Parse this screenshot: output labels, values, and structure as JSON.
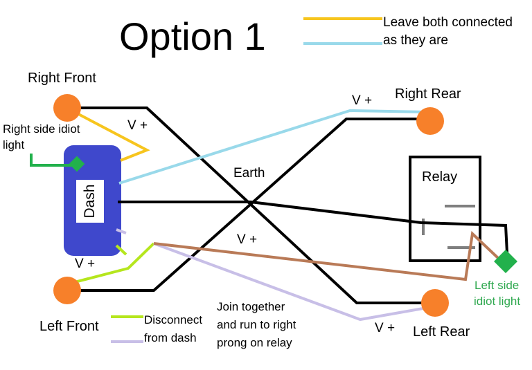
{
  "title": "Option 1",
  "legend": {
    "yellow_text": "Leave both connected",
    "blue_text": "as they are",
    "green_text": "Disconnect",
    "lavender_text": "from dash"
  },
  "components": {
    "right_front": "Right Front",
    "right_rear": "Right Rear",
    "left_front": "Left Front",
    "left_rear": "Left Rear",
    "dash": "Dash",
    "relay": "Relay",
    "earth": "Earth"
  },
  "idiot_lights": {
    "right_line1": "Right side idiot",
    "right_line2": "light",
    "left_line1": "Left side",
    "left_line2": "idiot light"
  },
  "voltage_labels": {
    "v1": "V +",
    "v2": "V +",
    "v3": "V +",
    "v4": "V +",
    "v5": "V +"
  },
  "note": {
    "line1": "Join together",
    "line2": "and run to right",
    "line3": "prong on relay"
  },
  "colors": {
    "lamp": "#f7802a",
    "dash": "#3f48cc",
    "yellow_wire": "#f7c51e",
    "blue_wire": "#99d9ea",
    "green_wire": "#b5e61d",
    "lavender_wire": "#c8bfe7",
    "brown_wire": "#b97a57",
    "idiot_light": "#22b14c",
    "relay_grey": "#7f7f7f",
    "black_wire": "#000000"
  }
}
